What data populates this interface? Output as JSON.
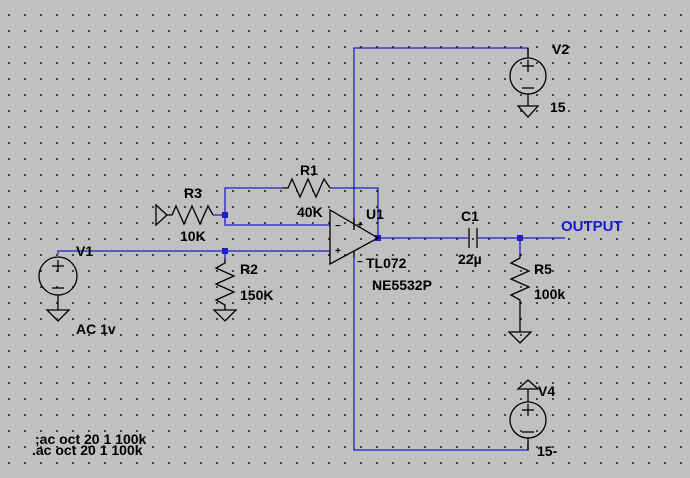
{
  "colors": {
    "wire": "#1e1ec8",
    "symbol": "#000000",
    "label": "#1a1ad0",
    "background": "#c0c0c0"
  },
  "components": {
    "v1": {
      "name": "V1",
      "value": "AC 1v"
    },
    "v2": {
      "name": "V2",
      "value": "15"
    },
    "v4": {
      "name": "V4",
      "value": "15-"
    },
    "r1": {
      "name": "R1",
      "value": "40K"
    },
    "r2": {
      "name": "R2",
      "value": "150K"
    },
    "r3": {
      "name": "R3",
      "value": "10K"
    },
    "r5": {
      "name": "R5",
      "value": "100k"
    },
    "c1": {
      "name": "C1",
      "value": "22µ"
    },
    "u1": {
      "name": "U1",
      "model": "TL072",
      "alt_model": "NE5532P"
    }
  },
  "net_labels": {
    "output": "OUTPUT"
  },
  "directives": [
    ".ac oct 20 1 100k",
    ";ac oct 20 1 100k"
  ]
}
